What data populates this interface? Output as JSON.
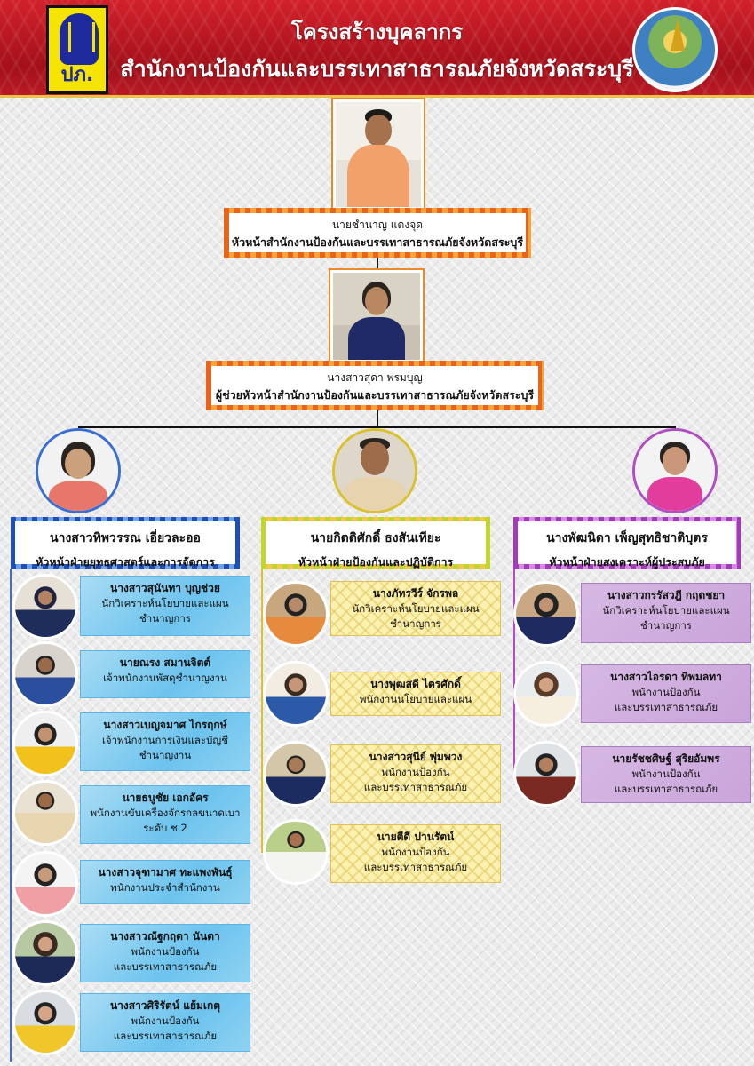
{
  "header": {
    "title": "โครงสร้างบุคลากร",
    "subtitle": "สำนักงานป้องกันและบรรเทาสาธารณภัยจังหวัดสระบุรี",
    "logo_left_text": "ปภ."
  },
  "director": {
    "name": "นายชำนาญ แตงจุด",
    "position": "หัวหน้าสำนักงานป้องกันและบรรเทาสาธารณภัยจังหวัดสระบุรี"
  },
  "assistant": {
    "name": "นางสาวสุดา พรมบุญ",
    "position": "ผู้ช่วยหัวหน้าสำนักงานป้องกันและบรรเทาสาธารณภัยจังหวัดสระบุรี"
  },
  "divisions": [
    {
      "head_name": "นางสาวทิพวรรณ เอี่ยวละออ",
      "head_position": "หัวหน้าฝ่ายยุทธศาสตร์และการจัดการ",
      "color": "#3a6fd0",
      "staff": [
        {
          "name": "นางสาวสุนันทา บุญช่วย",
          "position": "นักวิเคราะห์นโยบายและแผน",
          "position2": "ชำนาญการ"
        },
        {
          "name": "นายณรง สมานจิตต์",
          "position": "เจ้าพนักงานพัสดุชำนาญงาน",
          "position2": ""
        },
        {
          "name": "นางสาวเบญจมาศ ไกรฤกษ์",
          "position": "เจ้าพนักงานการเงินและบัญชี",
          "position2": "ชำนาญงาน"
        },
        {
          "name": "นายธนูชัย เอกอัคร",
          "position": "พนักงานขับเครื่องจักรกลขนาดเบา",
          "position2": "ระดับ ช 2"
        },
        {
          "name": "นางสาวจุฑามาศ ทะแพงพันธุ์",
          "position": "พนักงานประจำสำนักงาน",
          "position2": ""
        },
        {
          "name": "นางสาวณัฐกฤตา นันตา",
          "position": "พนักงานป้องกัน",
          "position2": "และบรรเทาสาธารณภัย"
        },
        {
          "name": "นางสาวศิริรัตน์ แย้มเกตุ",
          "position": "พนักงานป้องกัน",
          "position2": "และบรรเทาสาธารณภัย"
        }
      ]
    },
    {
      "head_name": "นายกิตติศักดิ์ ธงสันเทียะ",
      "head_position": "หัวหน้าฝ่ายป้องกันและปฏิบัติการ",
      "color": "#d9c22e",
      "staff": [
        {
          "name": "นางภัทรวีร์ จักรพล",
          "position": "นักวิเคราะห์นโยบายและแผน",
          "position2": "ชำนาญการ"
        },
        {
          "name": "นางพุฒสดี ไตรศักดิ์",
          "position": "พนักงานนโยบายและแผน",
          "position2": ""
        },
        {
          "name": "นางสาวสุนีย์ พุ่มพวง",
          "position": "พนักงานป้องกัน",
          "position2": "และบรรเทาสาธารณภัย"
        },
        {
          "name": "นายตีดี ปานรัตน์",
          "position": "พนักงานป้องกัน",
          "position2": "และบรรเทาสาธารณภัย"
        }
      ]
    },
    {
      "head_name": "นางพัฒนิดา เพ็ญสุทธิชาติบุตร",
      "head_position": "หัวหน้าฝ่ายสงเคราะห์ผู้ประสบภัย",
      "color": "#b04fc4",
      "staff": [
        {
          "name": "นางสาวกรรัสวฎี กฤตชยา",
          "position": "นักวิเคราะห์นโยบายและแผน",
          "position2": "ชำนาญการ"
        },
        {
          "name": "นางสาวไอรดา ทิพมลทา",
          "position": "พนักงานป้องกัน",
          "position2": "และบรรเทาสาธารณภัย"
        },
        {
          "name": "นายรัชชศิษฐ์ สุริยอัมพร",
          "position": "พนักงานป้องกัน",
          "position2": "และบรรเทาสาธารณภัย"
        }
      ]
    }
  ]
}
